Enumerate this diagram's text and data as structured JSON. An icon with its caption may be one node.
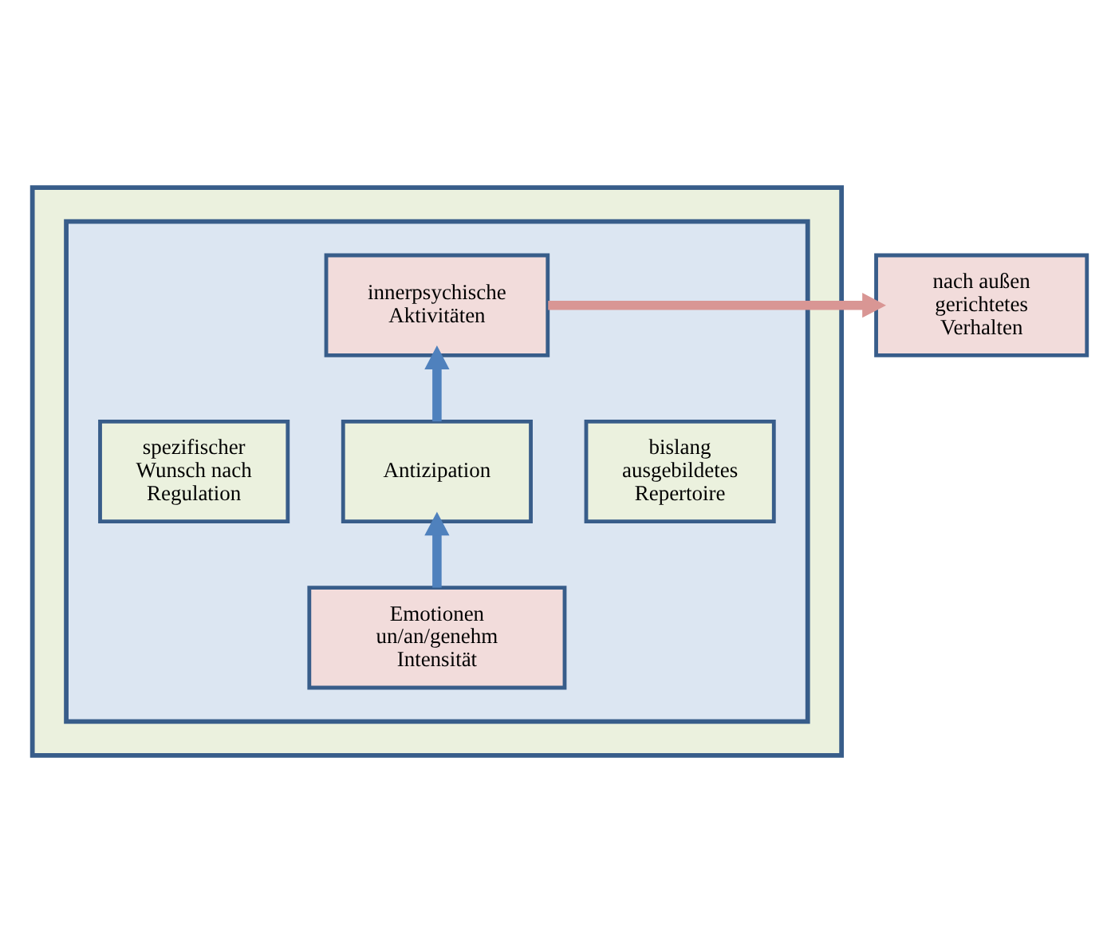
{
  "diagram": {
    "nodes": [
      {
        "text": [],
        "shape": "box"
      },
      {
        "text": [],
        "shape": "box",
        "in": 0
      },
      {
        "text": [
          "nach außen gerichtetes Verhalten"
        ]
      },
      {
        "text": [
          "innerpsychische Aktivitäten"
        ],
        "in": 1
      },
      {
        "text": [
          "spezifischer Wunsch nach Regulation"
        ],
        "in": 1
      },
      {
        "text": [
          "Antizipation"
        ],
        "in": 1
      },
      {
        "text": [
          "bislang ausgebildetes Repertoire"
        ],
        "in": 1
      },
      {
        "text": [
          "Emotionen un/an/genehm Intensität"
        ],
        "in": 1
      }
    ],
    "edges": [
      {
        "from": 7,
        "to": 5,
        "arrow": "to"
      },
      {
        "from": 5,
        "to": 3,
        "arrow": "to"
      },
      {
        "from": 3,
        "to": 2,
        "arrow": "to",
        "color": "#d99694"
      }
    ]
  }
}
